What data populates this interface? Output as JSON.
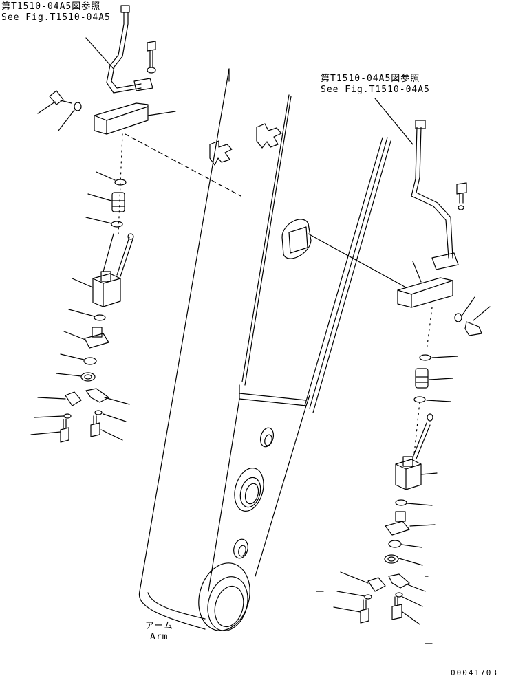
{
  "references": {
    "left_jp": "第T1510-04A5図参照",
    "left_en": "See Fig.T1510-04A5",
    "right_jp": "第T1510-04A5図参照",
    "right_en": "See Fig.T1510-04A5"
  },
  "main_part": {
    "label_jp": "アーム",
    "label_en": "Arm"
  },
  "drawing_id": "00041703"
}
